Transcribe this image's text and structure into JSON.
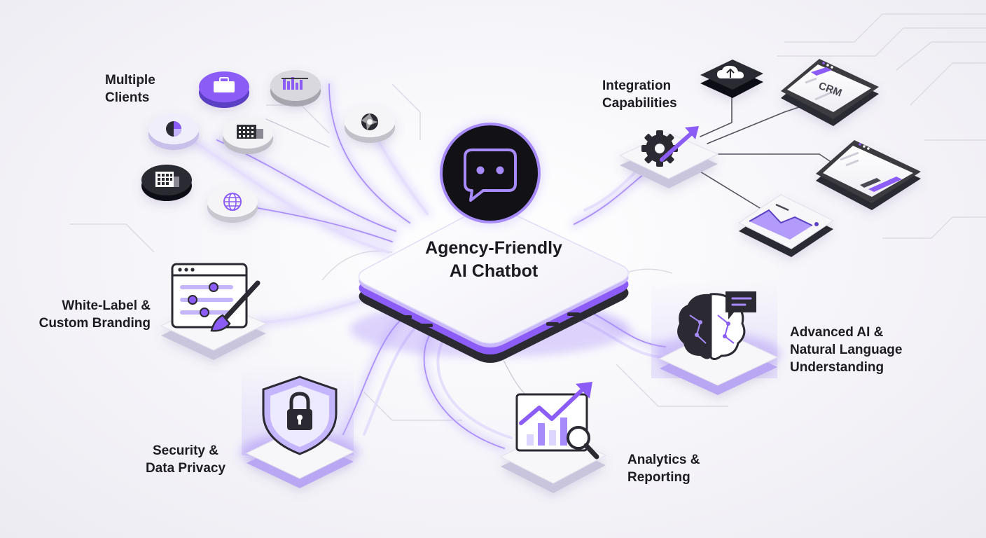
{
  "hub": {
    "title_line1": "Agency-Friendly",
    "title_line2": "AI Chatbot"
  },
  "features": {
    "multiple_clients": {
      "line1": "Multiple",
      "line2": "Clients"
    },
    "integration": {
      "line1": "Integration",
      "line2": "Capabilities"
    },
    "white_label": {
      "line1": "White-Label &",
      "line2": "Custom Branding"
    },
    "advanced_ai": {
      "line1": "Advanced AI &",
      "line2": "Natural Language",
      "line3": "Understanding"
    },
    "security": {
      "line1": "Security &",
      "line2": "Data Privacy"
    },
    "analytics": {
      "line1": "Analytics &",
      "line2": "Reporting"
    }
  },
  "integration_cards": {
    "crm_label": "CRM"
  },
  "colors": {
    "accent": "#8b5cf6",
    "accent_light": "#c4b5fd",
    "accent_soft": "#ede9fe",
    "dark": "#1f1f24",
    "platform": "#f7f7fa"
  },
  "icons": {
    "hub": "chat-bubble-icon",
    "clients": [
      "briefcase-icon",
      "chart-bars-icon",
      "pie-chart-icon",
      "building-icon",
      "aperture-icon",
      "grid-building-icon",
      "globe-icon"
    ],
    "integration": "gear-arrow-icon",
    "cloud": "cloud-upload-icon",
    "white_label": "paint-brush-icon",
    "advanced_ai": "brain-icon",
    "security": "shield-lock-icon",
    "analytics": "growth-chart-icon"
  }
}
